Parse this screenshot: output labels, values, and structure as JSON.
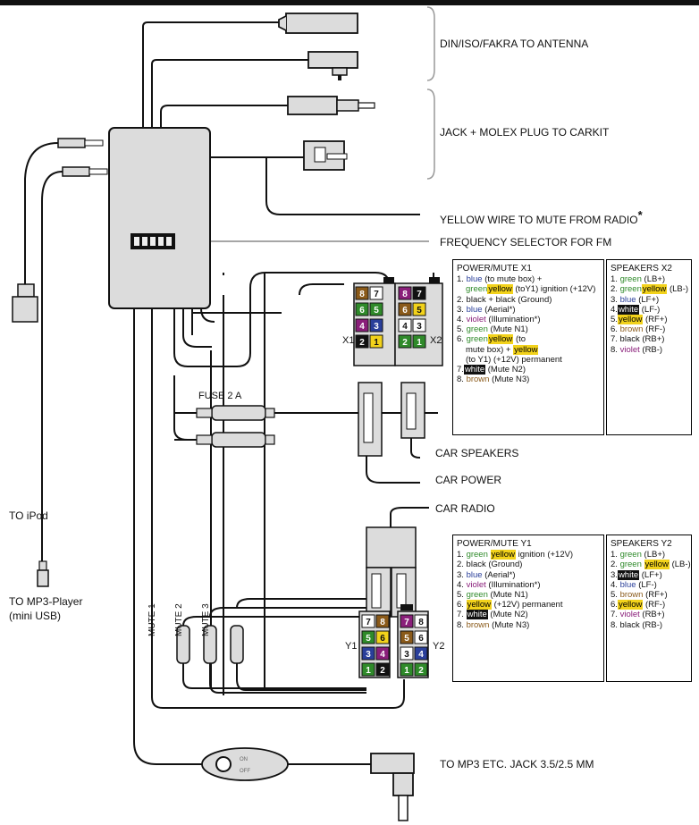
{
  "labels": {
    "din_antenna": "DIN/ISO/FAKRA TO ANTENNA",
    "jack_molex": "JACK + MOLEX PLUG TO CARKIT",
    "yellow_wire": "YELLOW WIRE TO MUTE FROM RADIO",
    "yellow_wire_star": "*",
    "freq_selector": "FREQUENCY SELECTOR FOR FM",
    "car_speakers": "CAR SPEAKERS",
    "car_power": "CAR POWER",
    "car_radio": "CAR RADIO",
    "to_ipod": "TO iPod",
    "to_mp3_line1": "TO MP3-Player",
    "to_mp3_line2": "(mini USB)",
    "to_mp3_jack": "TO MP3 ETC. JACK 3.5/2.5 MM",
    "fuse": "FUSE 2 A",
    "x1": "X1",
    "x2": "X2",
    "y1": "Y1",
    "y2": "Y2",
    "mute1": "MUTE 1",
    "mute2": "MUTE 2",
    "mute3": "MUTE 3",
    "switch_on": "ON",
    "switch_off": "OFF"
  },
  "power_x1": {
    "title": "POWER/MUTE X1",
    "r1a": "1.",
    "r1b": "blue",
    "r1c": "(to mute box) +",
    "r1d": "green",
    "r1e": "yellow",
    "r1f": "(toY1) ignition (+12V)",
    "r2": "2. black + black (Ground)",
    "r3a": "3.",
    "r3b": "blue",
    "r3c": "(Aerial*)",
    "r4a": "4.",
    "r4b": "violet",
    "r4c": "(Illumination*)",
    "r5a": "5.",
    "r5b": "green",
    "r5c": "(Mute N1)",
    "r6a": "6.",
    "r6b": "green",
    "r6c": "yellow",
    "r6d": "(to",
    "r6e": "mute box) +",
    "r6f": "yellow",
    "r6g": "(to Y1)  (+12V) permanent",
    "r7a": "7.",
    "r7b": "white",
    "r7c": "(Mute N2)",
    "r8a": "8.",
    "r8b": "brown",
    "r8c": "(Mute N3)"
  },
  "speakers_x2": {
    "title": "SPEAKERS X2",
    "r1a": "1.",
    "r1b": "green",
    "r1c": "(LB+)",
    "r2a": "2.",
    "r2b": "green",
    "r2c": "yellow",
    "r2d": "(LB-)",
    "r3a": "3.",
    "r3b": "blue",
    "r3c": "(LF+)",
    "r4a": "4.",
    "r4b": "white",
    "r4c": "(LF-)",
    "r5a": "5.",
    "r5b": "yellow",
    "r5c": "(RF+)",
    "r6a": "6.",
    "r6b": "brown",
    "r6c": "(RF-)",
    "r7": "7. black (RB+)",
    "r8a": "8.",
    "r8b": "violet",
    "r8c": "(RB-)"
  },
  "power_y1": {
    "title": "POWER/MUTE Y1",
    "r1a": "1.",
    "r1b": "green",
    "r1c": "yellow",
    "r1d": "ignition (+12V)",
    "r2": "2. black (Ground)",
    "r3a": "3.",
    "r3b": "blue",
    "r3c": "(Aerial*)",
    "r4a": "4.",
    "r4b": "violet",
    "r4c": "(Illumination*)",
    "r5a": "5.",
    "r5b": "green",
    "r5c": "(Mute N1)",
    "r6a": "6.",
    "r6b": "yellow",
    "r6c": "(+12V) permanent",
    "r7a": "7.",
    "r7b": "white",
    "r7c": "(Mute N2)",
    "r8a": "8.",
    "r8b": "brown",
    "r8c": "(Mute N3)"
  },
  "speakers_y2": {
    "title": "SPEAKERS Y2",
    "r1a": "1.",
    "r1b": "green",
    "r1c": "(LB+)",
    "r2a": "2.",
    "r2b": "green",
    "r2c": "yellow",
    "r2d": "(LB-)",
    "r3a": "3.",
    "r3b": "white",
    "r3c": "(LF+)",
    "r4a": "4.",
    "r4b": "blue",
    "r4c": "(LF-)",
    "r5a": "5.",
    "r5b": "brown",
    "r5c": "(RF+)",
    "r6a": "6.",
    "r6b": "yellow",
    "r6c": "(RF-)",
    "r7a": "7.",
    "r7b": "violet",
    "r7c": "(RB+)",
    "r8": "8. black  (RB-)"
  },
  "pins": {
    "x1": [
      "8",
      "7",
      "6",
      "5",
      "4",
      "3",
      "2",
      "1"
    ],
    "x2": [
      "8",
      "7",
      "6",
      "5",
      "4",
      "3",
      "2",
      "1"
    ],
    "y1": [
      "7",
      "8",
      "5",
      "6",
      "3",
      "4",
      "1",
      "2"
    ],
    "y2": [
      "7",
      "8",
      "5",
      "6",
      "3",
      "4",
      "1",
      "2"
    ]
  },
  "colors": {
    "blue": "#2a3f9a",
    "green": "#2f8a2a",
    "violet": "#8a1f7a",
    "brown": "#8a5a1a",
    "yellow": "#f2d21b",
    "black": "#111111",
    "white": "#ffffff",
    "device_fill": "#dcdcdc"
  }
}
